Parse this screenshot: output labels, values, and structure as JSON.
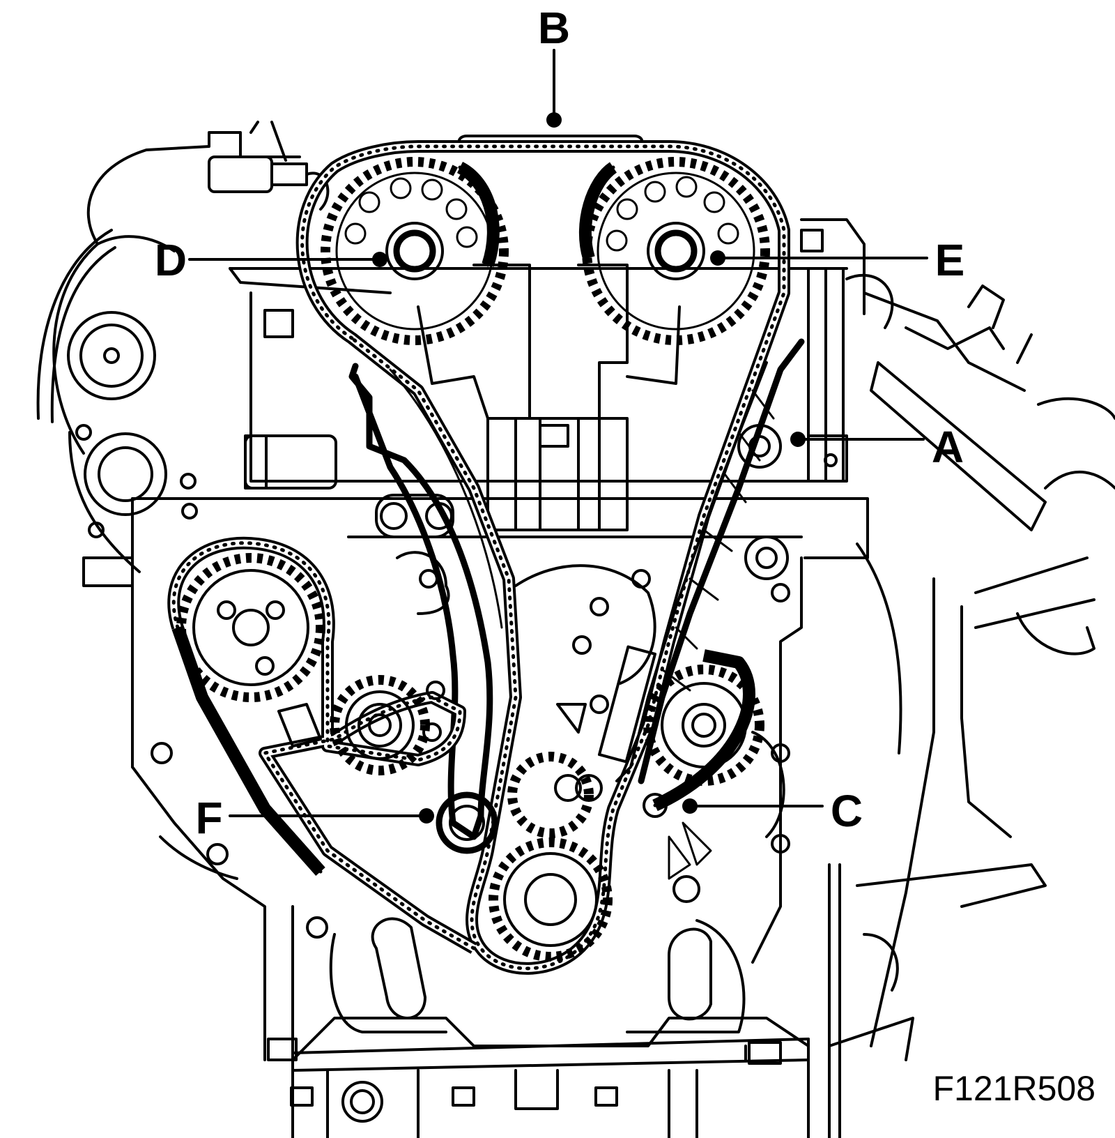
{
  "callouts": [
    {
      "letter": "A"
    },
    {
      "letter": "B"
    },
    {
      "letter": "C"
    },
    {
      "letter": "D"
    },
    {
      "letter": "E"
    },
    {
      "letter": "F"
    }
  ],
  "figure_id": "F121R508"
}
